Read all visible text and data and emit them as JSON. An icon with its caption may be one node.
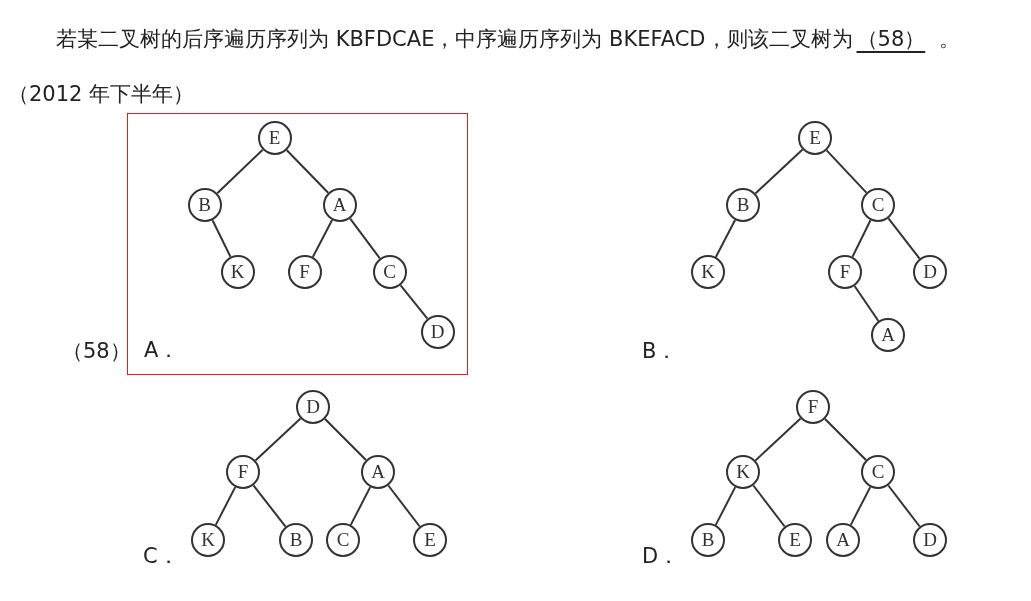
{
  "diagram": {
    "nodes": [
      {
        "text": [
          "A．"
        ]
      },
      {
        "text": [
          "E"
        ],
        "in": 0
      },
      {
        "text": [
          "B"
        ],
        "in": 0
      },
      {
        "text": [
          "A"
        ],
        "in": 0
      },
      {
        "text": [
          "K"
        ],
        "in": 0
      },
      {
        "text": [
          "F"
        ],
        "in": 0
      },
      {
        "text": [
          "C"
        ],
        "in": 0
      },
      {
        "text": [
          "D"
        ],
        "in": 0
      },
      {
        "text": [
          "E"
        ]
      },
      {
        "text": [
          "B"
        ]
      },
      {
        "text": [
          "C"
        ]
      },
      {
        "text": [
          "K"
        ]
      },
      {
        "text": [
          "F"
        ]
      },
      {
        "text": [
          "D"
        ]
      },
      {
        "text": [
          "A"
        ]
      },
      {
        "text": [
          "D"
        ]
      },
      {
        "text": [
          "F"
        ]
      },
      {
        "text": [
          "A"
        ]
      },
      {
        "text": [
          "K"
        ]
      },
      {
        "text": [
          "B"
        ]
      },
      {
        "text": [
          "C"
        ]
      },
      {
        "text": [
          "E"
        ]
      },
      {
        "text": [
          "F"
        ]
      },
      {
        "text": [
          "K"
        ]
      },
      {
        "text": [
          "C"
        ]
      },
      {
        "text": [
          "B"
        ]
      },
      {
        "text": [
          "E"
        ]
      },
      {
        "text": [
          "A"
        ]
      },
      {
        "text": [
          "D"
        ]
      }
    ],
    "edges": [
      {
        "from": 1,
        "to": 2,
        "arrow": "none"
      },
      {
        "from": 1,
        "to": 3,
        "arrow": "none"
      },
      {
        "from": 2,
        "to": 4,
        "arrow": "none"
      },
      {
        "from": 3,
        "to": 5,
        "arrow": "none"
      },
      {
        "from": 3,
        "to": 6,
        "arrow": "none"
      },
      {
        "from": 6,
        "to": 7,
        "arrow": "none"
      },
      {
        "from": 8,
        "to": 9,
        "arrow": "none"
      },
      {
        "from": 8,
        "to": 10,
        "arrow": "none"
      },
      {
        "from": 9,
        "to": 11,
        "arrow": "none"
      },
      {
        "from": 10,
        "to": 12,
        "arrow": "none"
      },
      {
        "from": 10,
        "to": 13,
        "arrow": "none"
      },
      {
        "from": 12,
        "to": 14,
        "arrow": "none"
      },
      {
        "from": 15,
        "to": 16,
        "arrow": "none"
      },
      {
        "from": 15,
        "to": 17,
        "arrow": "none"
      },
      {
        "from": 16,
        "to": 18,
        "arrow": "none"
      },
      {
        "from": 16,
        "to": 19,
        "arrow": "none"
      },
      {
        "from": 17,
        "to": 20,
        "arrow": "none"
      },
      {
        "from": 17,
        "to": 21,
        "arrow": "none"
      },
      {
        "from": 22,
        "to": 23,
        "arrow": "none"
      },
      {
        "from": 22,
        "to": 24,
        "arrow": "none"
      },
      {
        "from": 23,
        "to": 25,
        "arrow": "none"
      },
      {
        "from": 23,
        "to": 26,
        "arrow": "none"
      },
      {
        "from": 24,
        "to": 27,
        "arrow": "none"
      },
      {
        "from": 24,
        "to": 28,
        "arrow": "none"
      }
    ],
    "labels": [
      "若某二叉树的后序遍历序列为 KBFDCAE，中序遍历序列为 BKEFACD，则该二叉树为",
      "（58）",
      "。（2012 年下半年）",
      "（58）",
      "B．",
      "C．",
      "D．"
    ]
  }
}
